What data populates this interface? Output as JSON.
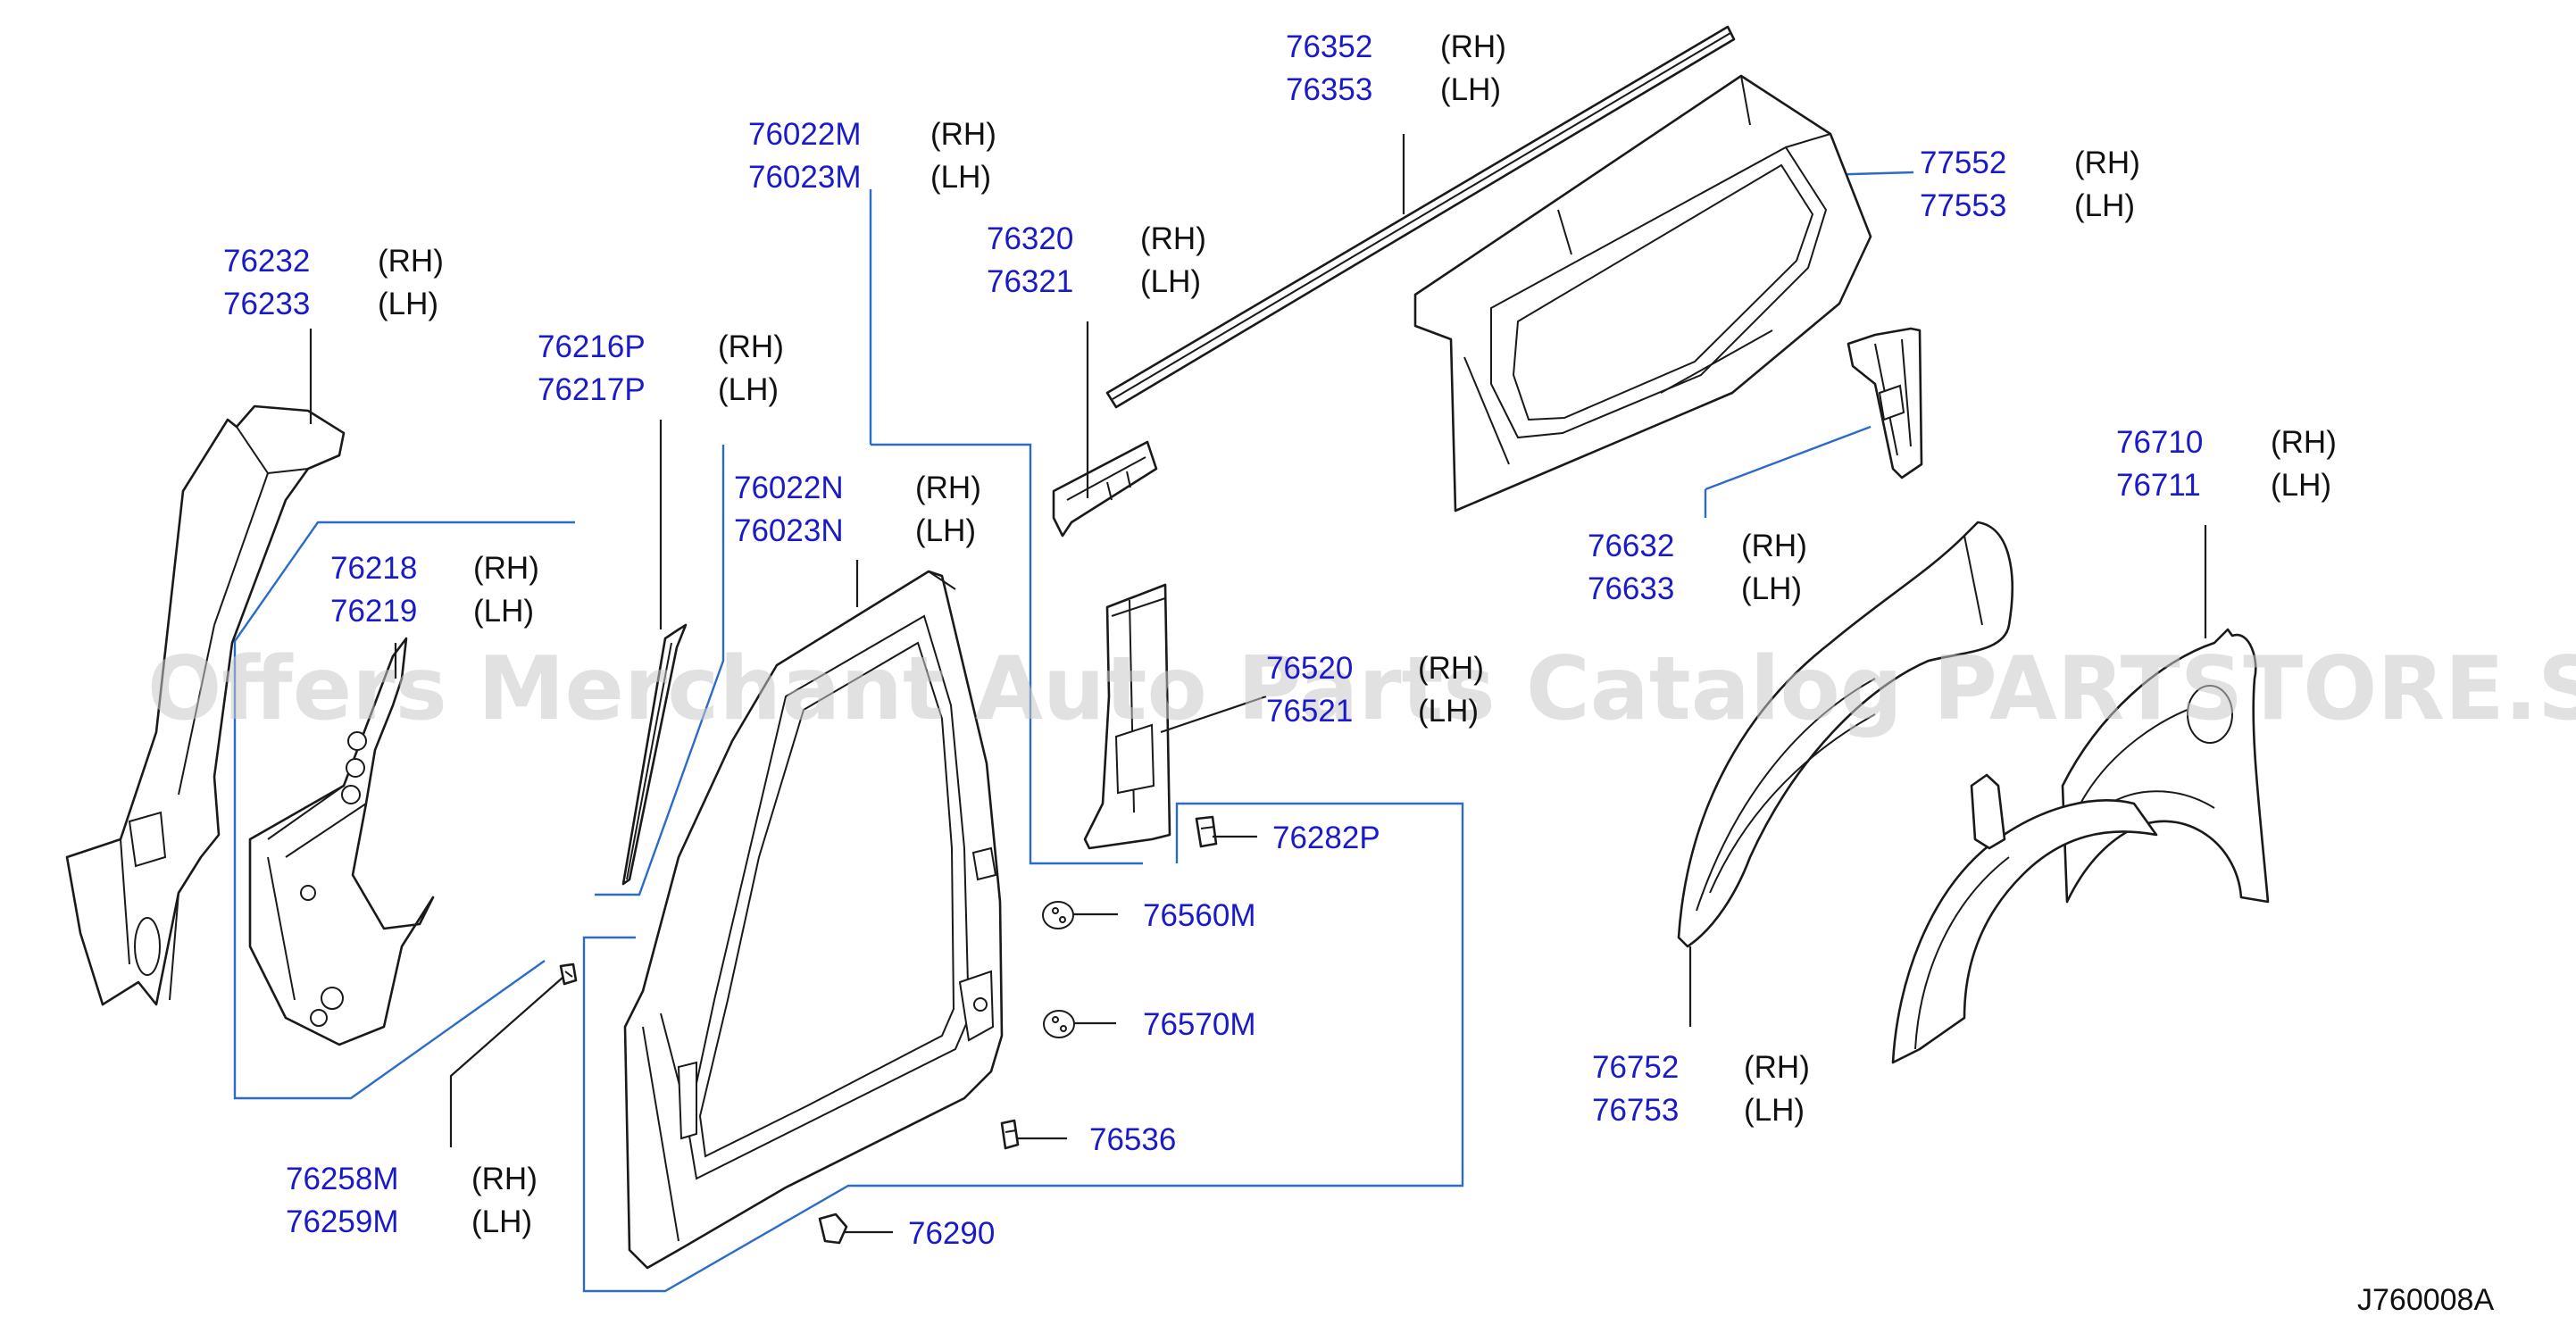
{
  "diagram": {
    "labels": [
      {
        "id": "roof-rail-strip",
        "pn": [
          "76352",
          "76353"
        ],
        "side": [
          "(RH)",
          "(LH)"
        ]
      },
      {
        "id": "pillar-outer-upper",
        "pn": [
          "76022M",
          "76023M"
        ],
        "side": [
          "(RH)",
          "(LH)"
        ]
      },
      {
        "id": "rear-window-frame",
        "pn": [
          "77552",
          "77553"
        ],
        "side": [
          "(RH)",
          "(LH)"
        ]
      },
      {
        "id": "front-pillar-outer",
        "pn": [
          "76232",
          "76233"
        ],
        "side": [
          "(RH)",
          "(LH)"
        ]
      },
      {
        "id": "reinforcement-bracket",
        "pn": [
          "76320",
          "76321"
        ],
        "side": [
          "(RH)",
          "(LH)"
        ]
      },
      {
        "id": "windshield-strip",
        "pn": [
          "76216P",
          "76217P"
        ],
        "side": [
          "(RH)",
          "(LH)"
        ]
      },
      {
        "id": "body-side-outer",
        "pn": [
          "76022N",
          "76023N"
        ],
        "side": [
          "(RH)",
          "(LH)"
        ]
      },
      {
        "id": "rear-pillar-bracket",
        "pn": [
          "76632",
          "76633"
        ],
        "side": [
          "(RH)",
          "(LH)"
        ]
      },
      {
        "id": "rear-fender",
        "pn": [
          "76710",
          "76711"
        ],
        "side": [
          "(RH)",
          "(LH)"
        ]
      },
      {
        "id": "hinge-pillar-inner",
        "pn": [
          "76218",
          "76219"
        ],
        "side": [
          "(RH)",
          "(LH)"
        ]
      },
      {
        "id": "center-pillar-inner",
        "pn": [
          "76520",
          "76521"
        ],
        "side": [
          "(RH)",
          "(LH)"
        ]
      },
      {
        "id": "wheel-house-outer",
        "pn": [
          "76752",
          "76753"
        ],
        "side": [
          "(RH)",
          "(LH)"
        ]
      },
      {
        "id": "clip-lower",
        "pn": [
          "76258M",
          "76259M"
        ],
        "side": [
          "(RH)",
          "(LH)"
        ]
      }
    ],
    "singles": [
      {
        "id": "bracket-clip",
        "pn": "76282P"
      },
      {
        "id": "plug-a",
        "pn": "76560M"
      },
      {
        "id": "plug-b",
        "pn": "76570M"
      },
      {
        "id": "fastener",
        "pn": "76536"
      },
      {
        "id": "retainer",
        "pn": "76290"
      }
    ],
    "drawing_code": "J760008A",
    "watermark": "Offers Merchant Auto Parts Catalog PARTSTORE.SA"
  }
}
